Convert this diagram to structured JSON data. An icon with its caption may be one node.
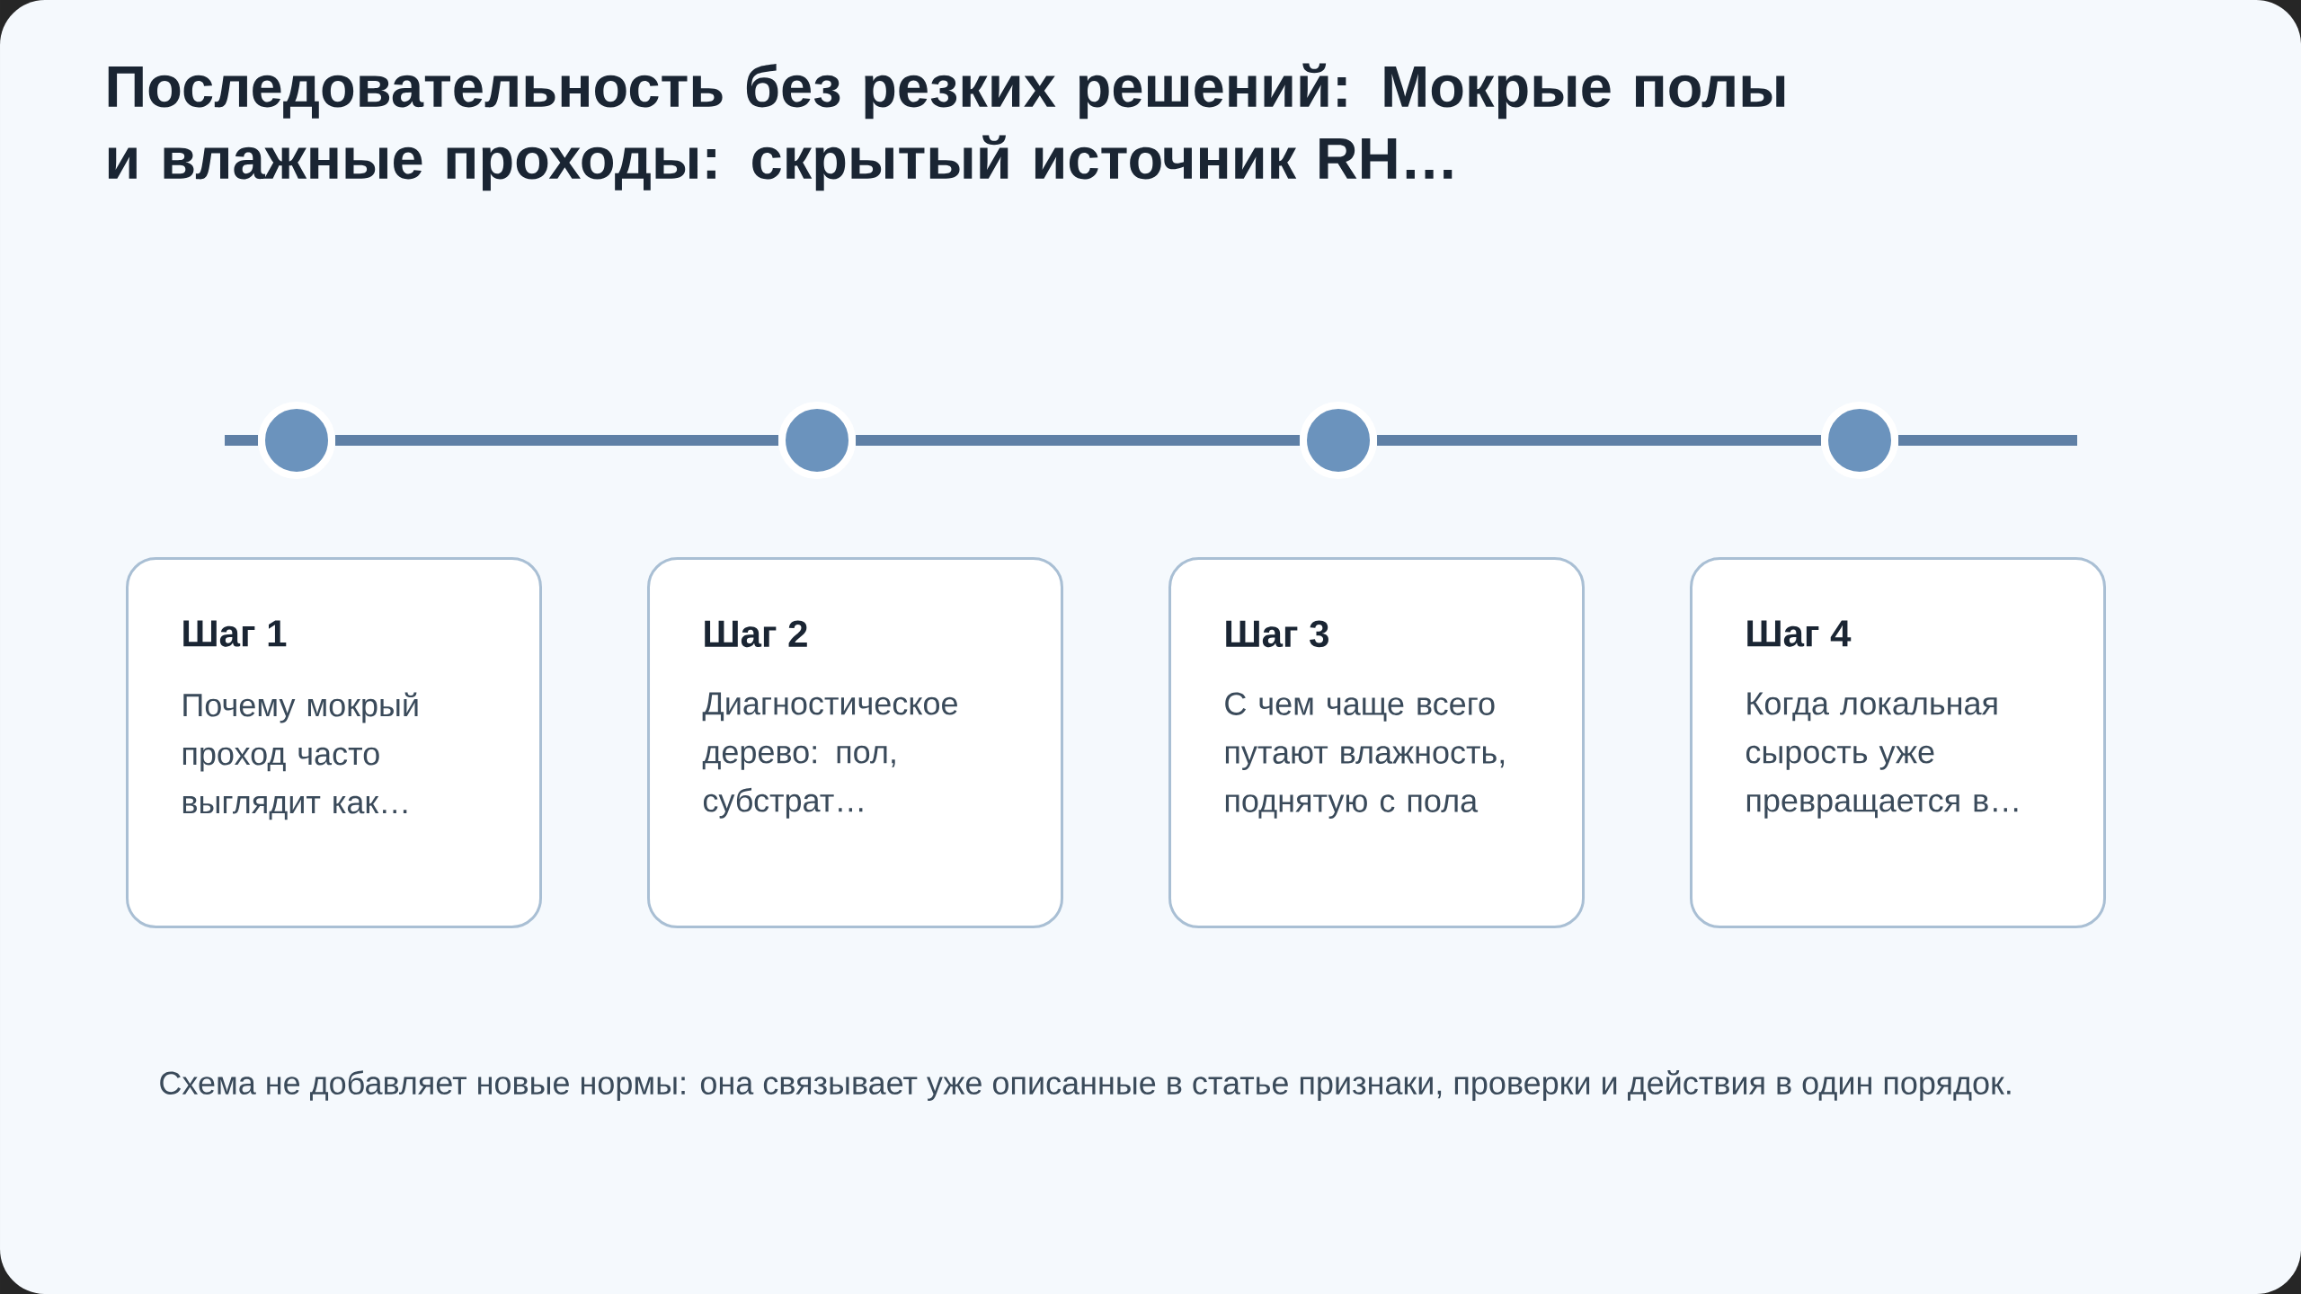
{
  "diagram": {
    "title": "Последовательность без резких решений: Мокрые полы и влажные проходы: скрытый источник RH…",
    "nodes": [
      {
        "text": [],
        "shape": "circle"
      },
      {
        "text": [],
        "shape": "circle"
      },
      {
        "text": [],
        "shape": "circle"
      },
      {
        "text": [],
        "shape": "circle"
      },
      {
        "text": [
          "Шаг 1",
          "Почему мокрый проход часто выглядит как…"
        ]
      },
      {
        "text": [
          "Шаг 2",
          "Диагностическое дерево: пол, субстрат…"
        ]
      },
      {
        "text": [
          "Шаг 3",
          "С чем чаще всего путают влажность, поднятую с пола"
        ]
      },
      {
        "text": [
          "Шаг 4",
          "Когда локальная сырость уже превращается в…"
        ]
      }
    ],
    "edges": [
      {
        "from": 0,
        "to": 1,
        "arrow": "none"
      },
      {
        "from": 1,
        "to": 2,
        "arrow": "none"
      },
      {
        "from": 2,
        "to": 3,
        "arrow": "none"
      }
    ],
    "labels": [
      "Схема не добавляет новые нормы: она связывает уже описанные в статье признаки, проверки и действия в один порядок."
    ]
  }
}
